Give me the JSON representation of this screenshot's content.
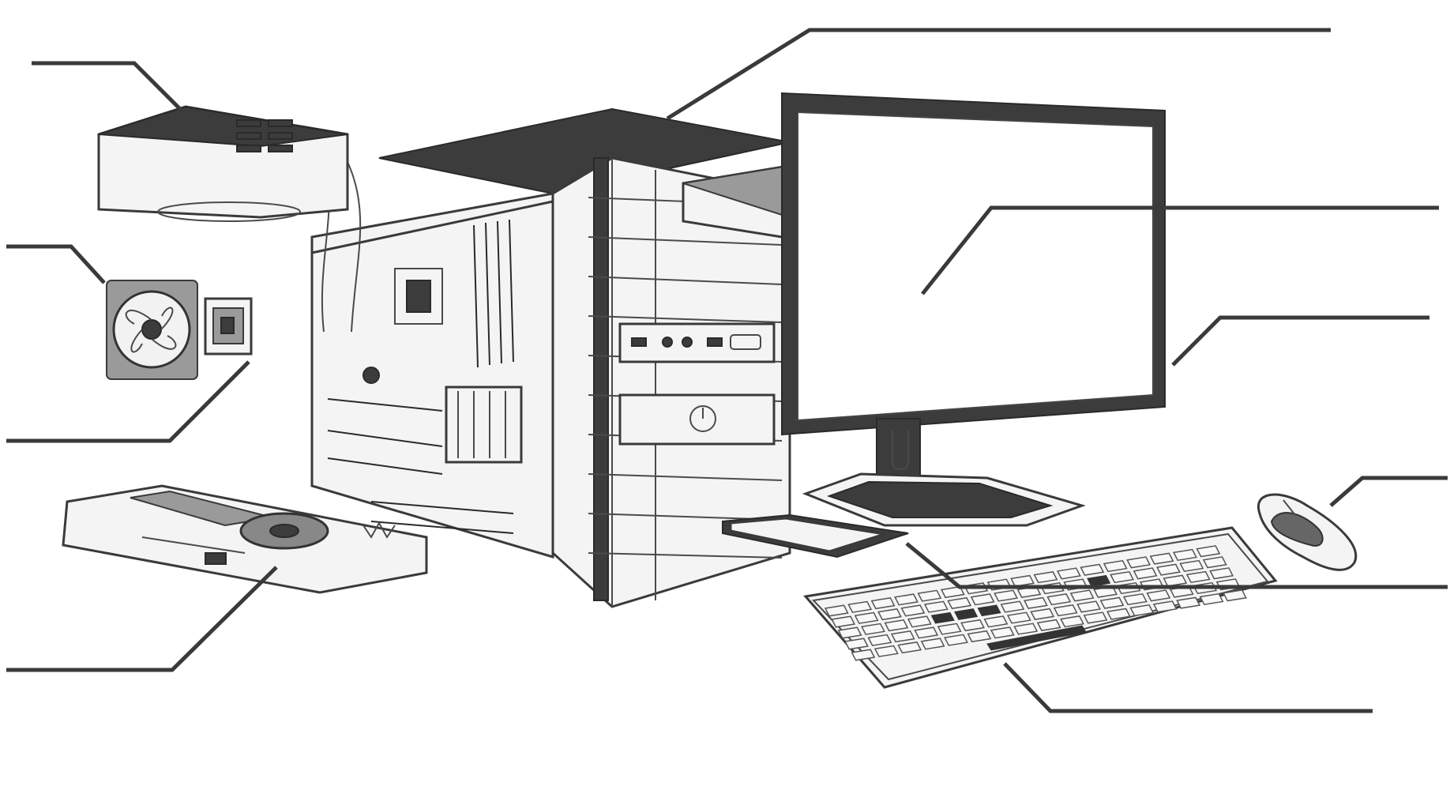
{
  "colors": {
    "background": "#ffffff",
    "line": "#3a3a3a",
    "part_fill": "#f4f4f4",
    "dark_fill": "#3c3c3c"
  },
  "components": [
    {
      "id": "power-supply",
      "icon": "power-supply-unit"
    },
    {
      "id": "case-fan",
      "icon": "cooling-fan"
    },
    {
      "id": "hard-drive",
      "icon": "hard-disk-drive"
    },
    {
      "id": "graphics-card",
      "icon": "graphics-card"
    },
    {
      "id": "computer-case",
      "icon": "tower-case-with-motherboard"
    },
    {
      "id": "optical-drive",
      "icon": "optical-disc-drive"
    },
    {
      "id": "ram-module",
      "icon": "memory-module"
    },
    {
      "id": "monitor",
      "icon": "lcd-monitor"
    },
    {
      "id": "mouse",
      "icon": "computer-mouse"
    },
    {
      "id": "solid-state-drive",
      "icon": "solid-state-drive"
    },
    {
      "id": "keyboard",
      "icon": "keyboard"
    }
  ]
}
